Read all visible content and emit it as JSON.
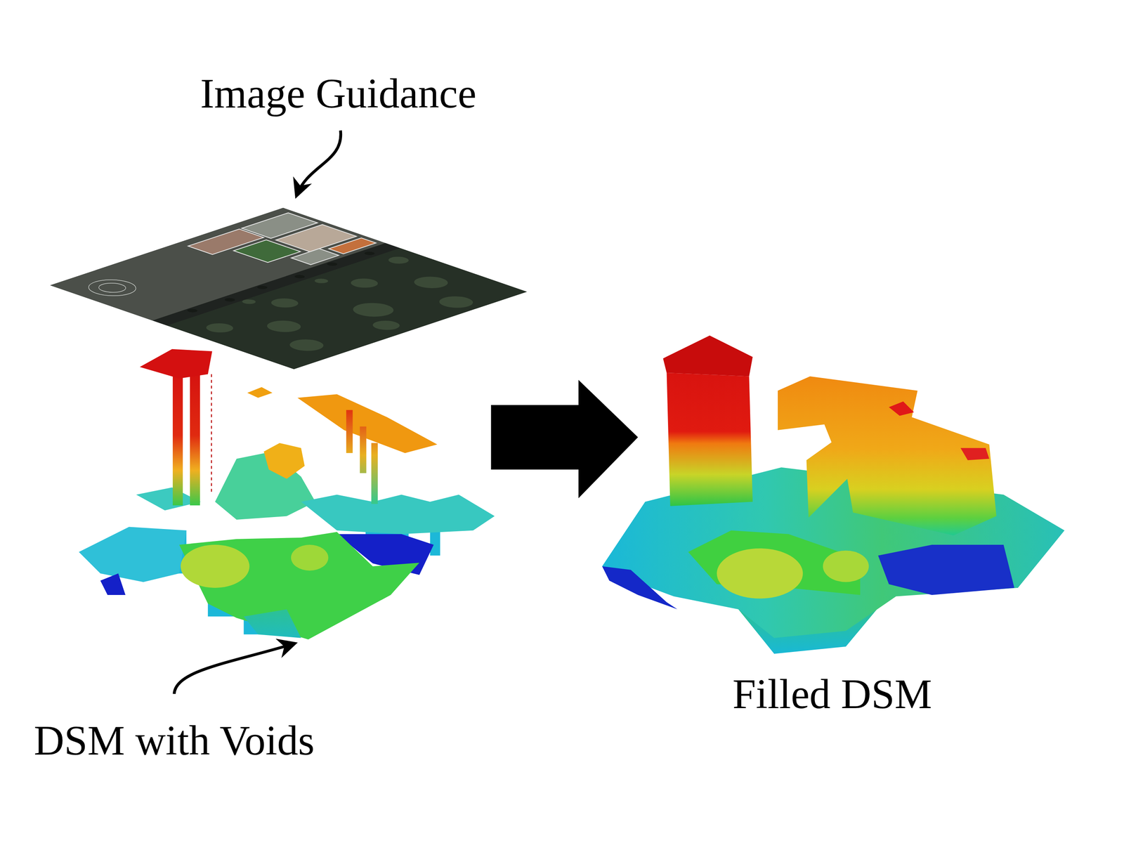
{
  "diagram": {
    "labels": [
      "Image Guidance",
      "DSM with Voids",
      "Filled DSM"
    ]
  }
}
